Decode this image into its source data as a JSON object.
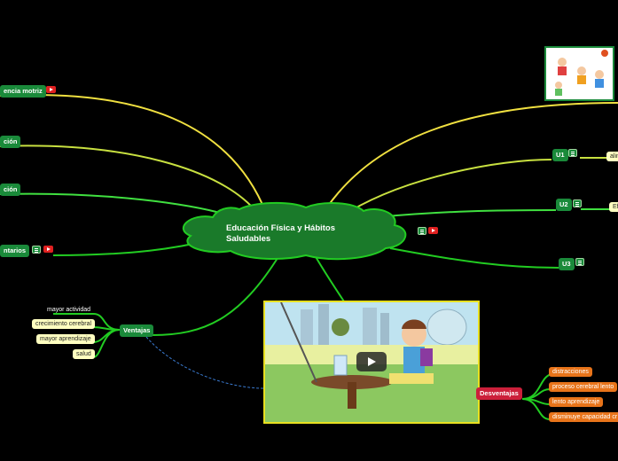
{
  "central": {
    "title": "Educación Física y Hábitos Saludables"
  },
  "left_branches": [
    {
      "label": "encia motriz"
    },
    {
      "label": "ción"
    },
    {
      "label": "ción"
    },
    {
      "label": "ntarios"
    }
  ],
  "right_branches": [
    {
      "label": "U1",
      "child": "alim"
    },
    {
      "label": "U2",
      "child": "Ef"
    },
    {
      "label": "U3"
    }
  ],
  "ventajas": {
    "label": "Ventajas",
    "items": [
      "mayor actividad",
      "crecimiento cerebral",
      "mayor aprendizaje",
      "salud"
    ]
  },
  "desventajas": {
    "label": "Desventajas",
    "items": [
      "distracciones",
      "proceso cerebral lento",
      "lento aprendizaje",
      "disminuye capacidad cr"
    ]
  },
  "colors": {
    "central": "#22cc22",
    "ventajas_item": "#ffffc0",
    "desventajas_item": "#e8741a",
    "desventajas": "#cc1f3a",
    "topic": "#1a8a3a"
  },
  "icons": [
    "youtube-icon",
    "list-icon",
    "play-icon"
  ]
}
